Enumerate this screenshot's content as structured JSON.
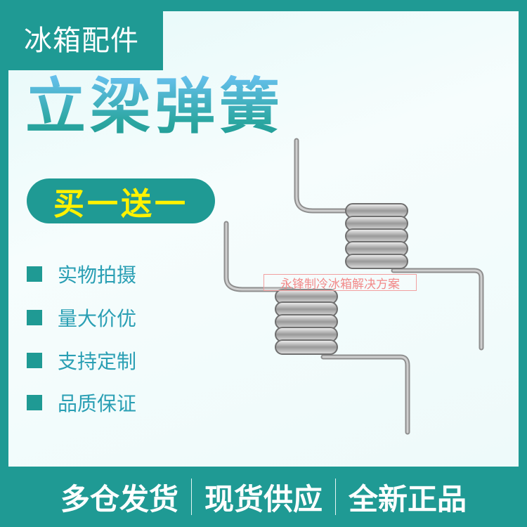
{
  "category_tag": "冰箱配件",
  "product_title": "立梁弹簧",
  "promo": "买一送一",
  "features": [
    "实物拍摄",
    "量大价优",
    "支持定制",
    "品质保证"
  ],
  "watermark": "永锋制冷冰箱解决方案",
  "bottom_bar": [
    "多仓发货",
    "现货供应",
    "全新正品"
  ],
  "colors": {
    "brand": "#1f9a94",
    "promo_text": "#fff200",
    "feature_text": "#2a9fb4"
  }
}
